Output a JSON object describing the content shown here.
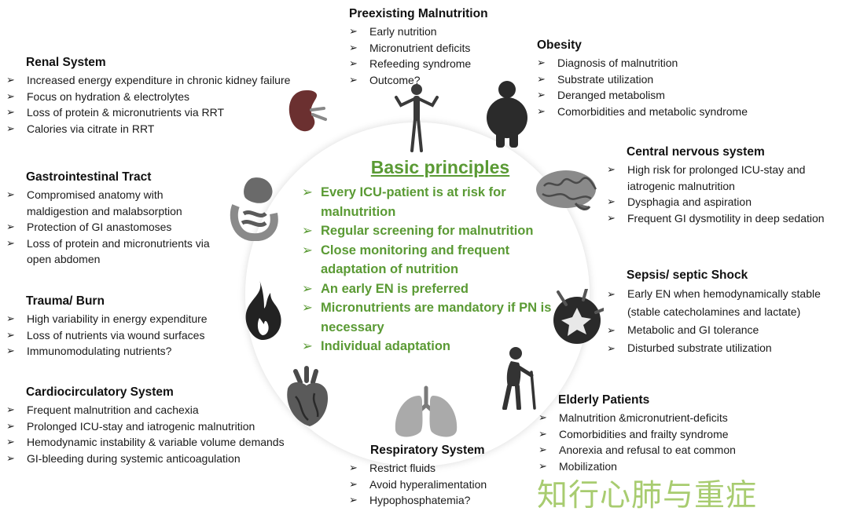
{
  "center": {
    "title": "Basic principles",
    "items": [
      "Every ICU-patient is at risk for malnutrition",
      "Regular screening for malnutrition",
      "Close monitoring and frequent adaptation of nutrition",
      "An early EN is preferred",
      "Micronutrients are mandatory if PN is necessary",
      "Individual adaptation"
    ]
  },
  "sections": {
    "preexisting": {
      "title": "Preexisting Malnutrition",
      "items": [
        "Early nutrition",
        "Micronutrient deficits",
        "Refeeding syndrome",
        "Outcome?"
      ]
    },
    "obesity": {
      "title": "Obesity",
      "items": [
        "Diagnosis of malnutrition",
        "Substrate utilization",
        "Deranged metabolism",
        "Comorbidities and metabolic syndrome"
      ]
    },
    "renal": {
      "title": "Renal System",
      "items": [
        "Increased energy expenditure in chronic kidney failure",
        "Focus on hydration & electrolytes",
        "Loss of protein & micronutrients via RRT",
        "Calories via citrate in RRT"
      ]
    },
    "cns": {
      "title": "Central nervous system",
      "items": [
        "High risk for prolonged ICU-stay and iatrogenic malnutrition",
        "Dysphagia and aspiration",
        "Frequent GI dysmotility in deep sedation"
      ]
    },
    "gi": {
      "title": "Gastrointestinal Tract",
      "items": [
        "Compromised anatomy with maldigestion and malabsorption",
        "Protection of GI anastomoses",
        "Loss of protein and micronutrients via open abdomen"
      ]
    },
    "sepsis": {
      "title": "Sepsis/ septic Shock",
      "items": [
        "Early EN when hemodynamically stable (stable catecholamines and lactate)",
        "Metabolic and GI tolerance",
        "Disturbed substrate utilization"
      ]
    },
    "trauma": {
      "title": "Trauma/ Burn",
      "items": [
        "High variability in energy expenditure",
        "Loss of nutrients via wound surfaces",
        "Immunomodulating nutrients?"
      ]
    },
    "cardio": {
      "title": "Cardiocirculatory System",
      "items": [
        "Frequent malnutrition and cachexia",
        "Prolonged ICU-stay and iatrogenic malnutrition",
        "Hemodynamic instability & variable volume demands",
        "GI-bleeding during systemic anticoagulation"
      ]
    },
    "elderly": {
      "title": "Elderly Patients",
      "items": [
        "Malnutrition &micronutrient-deficits",
        "Comorbidities and frailty syndrome",
        "Anorexia and refusal to eat common",
        "Mobilization"
      ]
    },
    "respiratory": {
      "title": "Respiratory System",
      "items": [
        "Restrict fluids",
        "Avoid hyperalimentation",
        "Hypophosphatemia?"
      ]
    }
  },
  "watermark": "知行心肺与重症",
  "colors": {
    "accent_green": "#5a9a34",
    "icon_gray": "#3a3a3a",
    "watermark": "#a8cc70"
  },
  "icons": [
    "kidney-icon",
    "mannequin-icon",
    "obese-person-icon",
    "brain-icon",
    "stomach-intestine-icon",
    "fire-icon",
    "heart-icon",
    "lungs-icon",
    "elderly-person-icon",
    "septic-shock-icon"
  ]
}
